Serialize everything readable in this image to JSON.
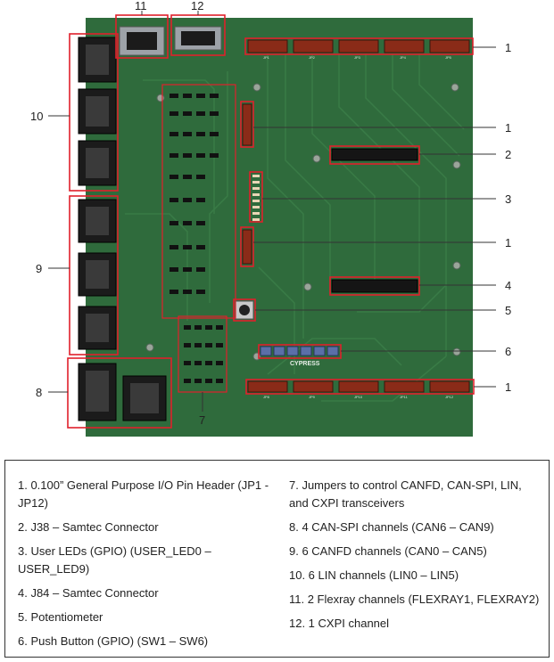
{
  "callouts": [
    "1",
    "2",
    "3",
    "4",
    "5",
    "6",
    "7",
    "8",
    "9",
    "10",
    "11",
    "12"
  ],
  "board": {
    "brand": "CYPRESS",
    "header_labels": [
      "JP1",
      "JP2",
      "JP3",
      "JP4",
      "JP5",
      "JP6",
      "JP7",
      "JP8",
      "JP9",
      "JP10",
      "JP11",
      "JP12"
    ]
  },
  "legend": {
    "items": [
      "1. 0.100” General Purpose I/O Pin Header (JP1 - JP12)",
      "2. J38 – Samtec Connector",
      "3. User LEDs (GPIO) (USER_LED0 – USER_LED9)",
      "4. J84 – Samtec Connector",
      "5. Potentiometer",
      "6. Push Button (GPIO) (SW1 – SW6)",
      "7. Jumpers to control CANFD, CAN-SPI, LIN, and CXPI transceivers",
      "8. 4 CAN-SPI channels (CAN6 – CAN9)",
      "9. 6 CANFD channels (CAN0 – CAN5)",
      "10. 6 LIN channels (LIN0 – LIN5)",
      "11. 2 Flexray channels (FLEXRAY1, FLEXRAY2)",
      "12. 1 CXPI channel"
    ]
  },
  "colors": {
    "pcb": "#2f6b3c",
    "pcb_dark": "#23552e",
    "trace": "#3c8049",
    "callout_box": "#e0202b",
    "connector": "#1b1b1b",
    "header_pin": "#8a2b18"
  }
}
